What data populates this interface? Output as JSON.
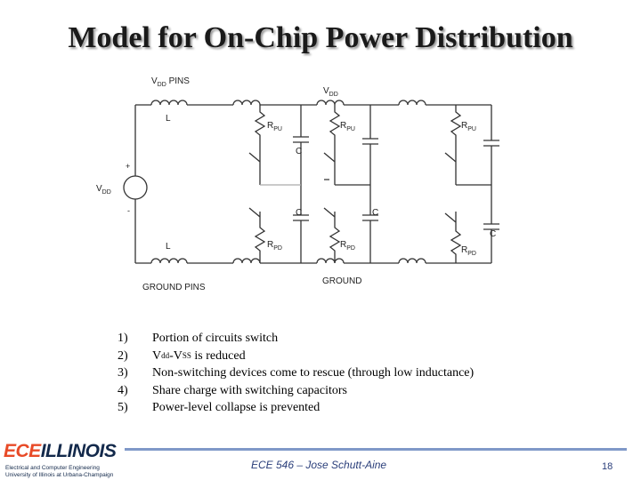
{
  "slide": {
    "title": "Model for On-Chip Power Distribution",
    "page_number": "18",
    "footer": "ECE 546 – Jose Schutt-Aine"
  },
  "circuit": {
    "labels": {
      "vdd_pins": "V",
      "vdd_pins_sub": "DD",
      "vdd_pins_suffix": " PINS",
      "vdd_rail": "V",
      "vdd_rail_sub": "DD",
      "ground_pins": "GROUND PINS",
      "ground": "GROUND",
      "inductor": "L",
      "capacitor": "C",
      "pull_up": "R",
      "pull_up_sub": "PU",
      "pull_down": "R",
      "pull_down_sub": "PD",
      "source": "V",
      "source_sub": "DD",
      "plus": "+",
      "minus": "-"
    }
  },
  "list_items": [
    {
      "num": "1)",
      "pre": "Portion of circuits switch",
      "post": ""
    },
    {
      "num": "2)",
      "pre": "V",
      "sub1": "dd",
      "mid": "-V",
      "sub2": "SS",
      "post": " is reduced"
    },
    {
      "num": "3)",
      "pre": "Non-switching devices come to rescue (through low inductance)",
      "post": ""
    },
    {
      "num": "4)",
      "pre": "Share charge with switching capacitors",
      "post": ""
    },
    {
      "num": "5)",
      "pre": "Power-level collapse is prevented",
      "post": ""
    }
  ],
  "logo": {
    "main_orange": "ECE",
    "main_blue": "ILLINOIS",
    "line1": "Electrical and Computer Engineering",
    "line2": "University of Illinois at Urbana-Champaign"
  },
  "colors": {
    "title_shadow": "#9a9a9a",
    "footer_line": "#7f98c8",
    "footer_text": "#2a3e7a",
    "illinois_orange": "#e84a27",
    "illinois_blue": "#13294b"
  }
}
